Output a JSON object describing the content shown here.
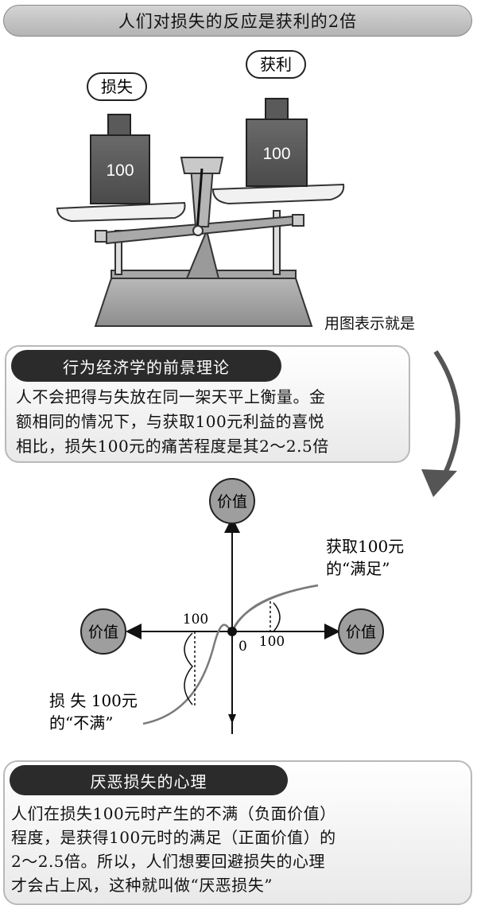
{
  "banner": {
    "title": "人们对损失的反应是获利的2倍"
  },
  "scale": {
    "loss_label": "损失",
    "gain_label": "获利",
    "loss_weight": "100",
    "gain_weight": "100",
    "caption": "用图表示就是"
  },
  "prospect": {
    "heading": "行为经济学的前景理论",
    "lines": [
      "人不会把得与失放在同一架天平上衡量。金",
      "额相同的情况下，与获取100元利益的喜悦",
      "相比，损失100元的痛苦程度是其2～2.5倍"
    ]
  },
  "graph": {
    "axis_value_top": "价值",
    "axis_value_left": "价值",
    "axis_value_right": "价值",
    "origin": "0",
    "tick_left": "100",
    "tick_right": "100",
    "gain_note_line1": "获取100元",
    "gain_note_line2": "的“满足”",
    "loss_note_line1": "损 失 100元",
    "loss_note_line2": "的“不满”"
  },
  "aversion": {
    "heading": "厌恶损失的心理",
    "lines": [
      "人们在损失100元时产生的不满（负面价值）",
      "程度，是获得100元时的满足（正面价值）的",
      "2～2.5倍。所以，人们想要回避损失的心理",
      "才会占上风，这种就叫做“厌恶损失”"
    ]
  }
}
